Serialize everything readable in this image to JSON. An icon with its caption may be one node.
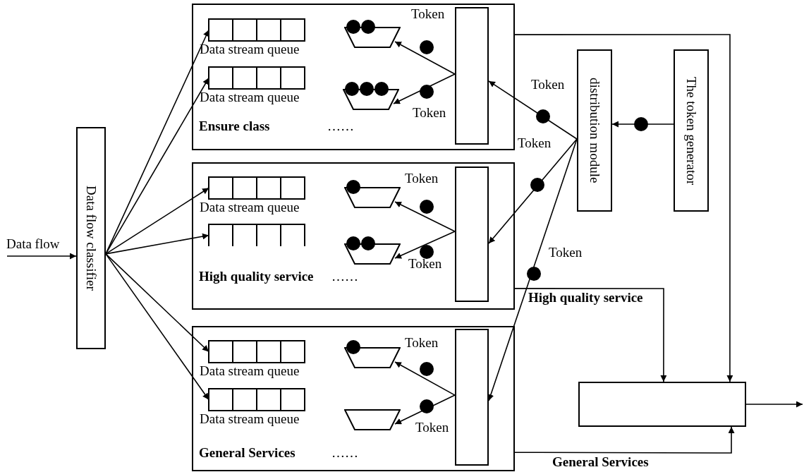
{
  "diagram": {
    "nodes": [
      {
        "text": [
          "Data flow classifier"
        ]
      },
      {
        "text": [
          "Ensure class",
          "……"
        ]
      },
      {
        "text": [
          "Data stream queue"
        ],
        "in": 1
      },
      {
        "text": [
          "Data stream queue"
        ],
        "in": 1
      },
      {
        "text": [],
        "shape": "trapezoid",
        "in": 1
      },
      {
        "text": [],
        "shape": "trapezoid",
        "in": 1
      },
      {
        "text": [],
        "shape": "box",
        "in": 1
      },
      {
        "text": [
          "High quality service",
          "……"
        ]
      },
      {
        "text": [
          "Data stream queue"
        ],
        "in": 7
      },
      {
        "text": [],
        "shape": "box",
        "in": 7
      },
      {
        "text": [],
        "shape": "trapezoid",
        "in": 7
      },
      {
        "text": [],
        "shape": "trapezoid",
        "in": 7
      },
      {
        "text": [],
        "shape": "box",
        "in": 7
      },
      {
        "text": [
          "General Services",
          "……"
        ]
      },
      {
        "text": [
          "Data stream queue"
        ],
        "in": 13
      },
      {
        "text": [
          "Data stream queue"
        ],
        "in": 13
      },
      {
        "text": [],
        "shape": "trapezoid",
        "in": 13
      },
      {
        "text": [],
        "shape": "trapezoid",
        "in": 13
      },
      {
        "text": [],
        "shape": "box",
        "in": 13
      },
      {
        "text": [
          "distribution module"
        ]
      },
      {
        "text": [
          "The token generator"
        ]
      },
      {
        "text": [],
        "shape": "box"
      }
    ],
    "edges": [
      {
        "from": null,
        "to": 0,
        "arrow": "to",
        "label": "Data flow"
      },
      {
        "from": 0,
        "to": 2,
        "arrow": "to"
      },
      {
        "from": 0,
        "to": 3,
        "arrow": "to"
      },
      {
        "from": 0,
        "to": 8,
        "arrow": "to"
      },
      {
        "from": 0,
        "to": 9,
        "arrow": "to"
      },
      {
        "from": 0,
        "to": 14,
        "arrow": "to"
      },
      {
        "from": 0,
        "to": 15,
        "arrow": "to"
      },
      {
        "from": 6,
        "to": 4,
        "arrow": "to",
        "label": "Token"
      },
      {
        "from": 6,
        "to": 5,
        "arrow": "to",
        "label": "Token"
      },
      {
        "from": 12,
        "to": 10,
        "arrow": "to",
        "label": "Token"
      },
      {
        "from": 12,
        "to": 11,
        "arrow": "to",
        "label": "Token"
      },
      {
        "from": 18,
        "to": 16,
        "arrow": "to",
        "label": "Token"
      },
      {
        "from": 18,
        "to": 17,
        "arrow": "to",
        "label": "Token"
      },
      {
        "from": 19,
        "to": 6,
        "arrow": "to",
        "label": "Token"
      },
      {
        "from": 19,
        "to": 12,
        "arrow": "to",
        "label": "Token"
      },
      {
        "from": 19,
        "to": 18,
        "arrow": "to",
        "label": "Token"
      },
      {
        "from": 20,
        "to": 19,
        "arrow": "to"
      },
      {
        "from": 1,
        "to": 21,
        "arrow": "to"
      },
      {
        "from": 7,
        "to": 21,
        "arrow": "to",
        "label": "High quality service"
      },
      {
        "from": 13,
        "to": 21,
        "arrow": "to",
        "label": "General Services"
      },
      {
        "from": 21,
        "to": null,
        "arrow": "to"
      }
    ]
  }
}
